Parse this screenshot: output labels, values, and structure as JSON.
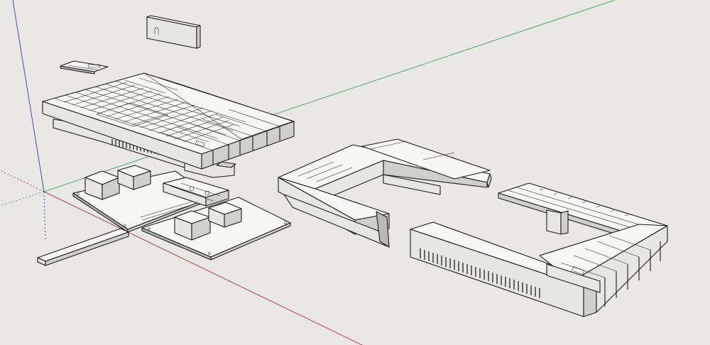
{
  "viewport": {
    "background": "#e9e8e4",
    "axes": {
      "red": "#c04040",
      "green": "#4caf50",
      "blue": "#3f51b5"
    }
  },
  "model": {
    "parts": [
      "rear-bracket",
      "port-plate",
      "keyboard-top-shell",
      "motherboard-left",
      "motherboard-right",
      "expansion-strip",
      "middle-frame",
      "bottom-case"
    ]
  }
}
